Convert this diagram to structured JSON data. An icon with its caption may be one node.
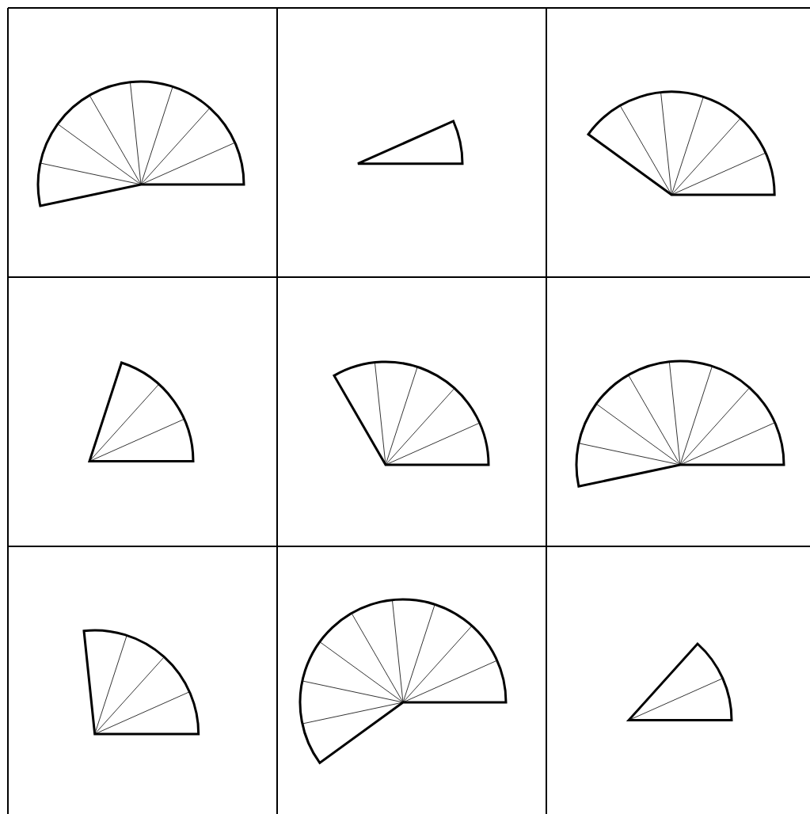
{
  "diagram": {
    "nodes": [
      {
        "text": [],
        "shape": "sector"
      },
      {
        "text": [],
        "shape": "sector"
      },
      {
        "text": [],
        "shape": "sector"
      },
      {
        "text": [],
        "shape": "sector"
      },
      {
        "text": [],
        "shape": "sector"
      },
      {
        "text": [],
        "shape": "sector"
      },
      {
        "text": [],
        "shape": "sector"
      },
      {
        "text": [],
        "shape": "sector"
      },
      {
        "text": [],
        "shape": "sector"
      }
    ]
  }
}
